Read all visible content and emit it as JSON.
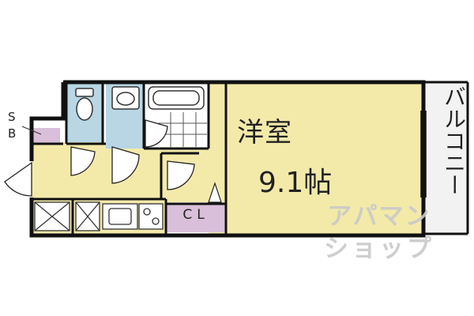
{
  "rooms": {
    "main_room_name": "洋室",
    "main_room_size": "9.1帖",
    "storage_label_line1": "S",
    "storage_label_line2": "B",
    "closet_label": "CL",
    "balcony_label": "バルコニー"
  },
  "watermark": {
    "line1": "アパマン",
    "line2": "ショップ"
  },
  "colors": {
    "room_fill": "#f3eaaa",
    "wet_area_fill": "#b8d6e4",
    "storage_fill": "#d9bfd9",
    "balcony_fill": "#f2f2f2",
    "wall": "#111111",
    "watermark": "#c9c9c9"
  },
  "icons": [
    "toilet-icon",
    "washbasin-icon",
    "bathtub-icon",
    "kitchen-sink-icon",
    "stove-icon",
    "door-swing-icon"
  ]
}
